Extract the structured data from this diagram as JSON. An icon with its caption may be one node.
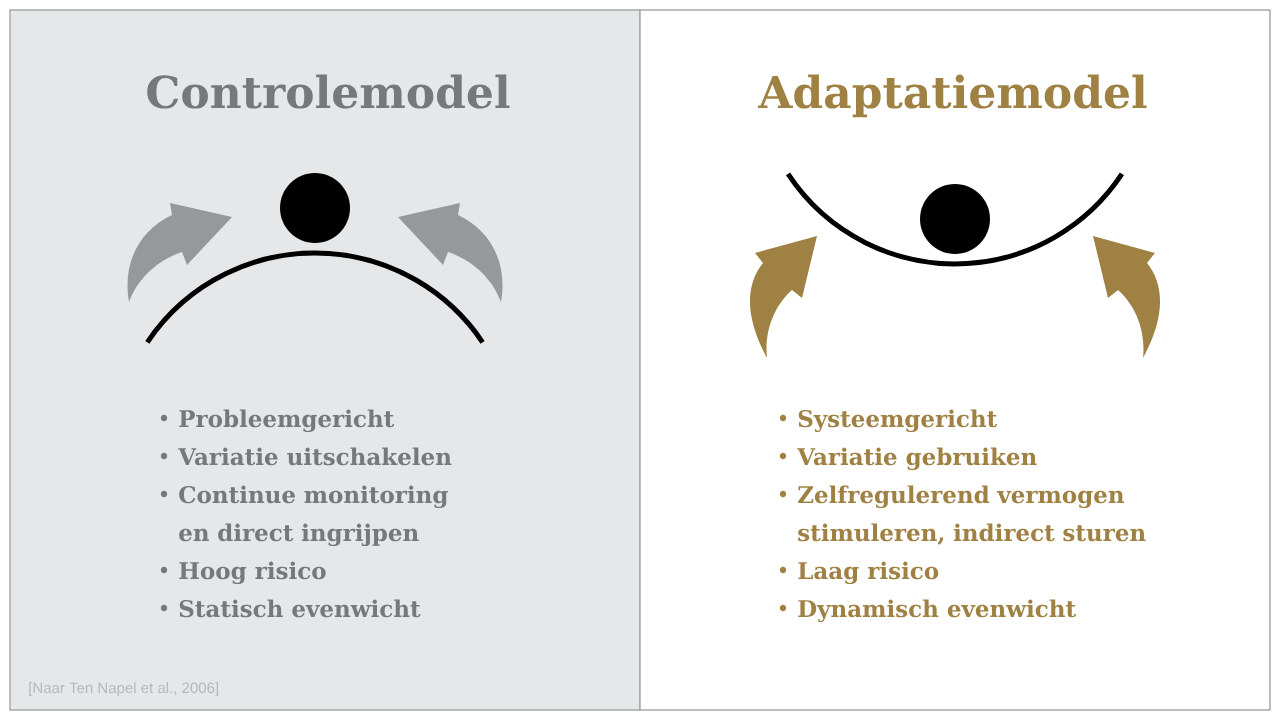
{
  "diagram": {
    "nodes": [
      {
        "text": [
          "Controlemodel",
          "Probleemgericht",
          "Variatie uitschakelen",
          "Continue monitoring en direct ingrijpen",
          "Hoog risico",
          "Statisch evenwicht"
        ]
      },
      {
        "text": [
          "Adaptatiemodel",
          "Systeemgericht",
          "Variatie gebruiken",
          "Zelfregulerend vermogen stimuleren, indirect sturen",
          "Laag risico",
          "Dynamisch evenwicht"
        ]
      }
    ],
    "labels": [
      "[Naar Ten Napel et al., 2006]"
    ]
  }
}
